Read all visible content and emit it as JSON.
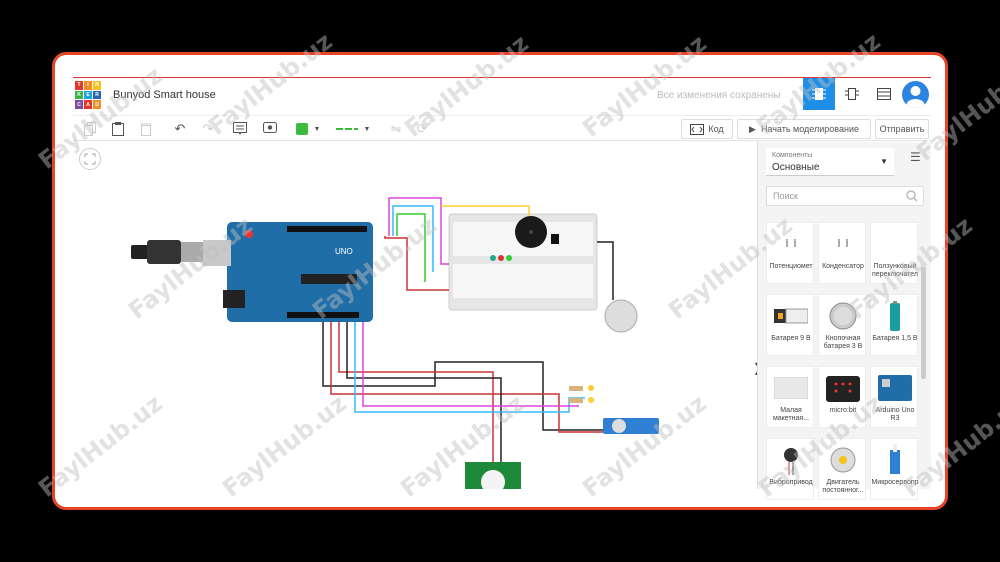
{
  "app": {
    "logo_letters": [
      "T",
      "I",
      "N",
      "K",
      "E",
      "R",
      "C",
      "A",
      "D"
    ],
    "project_title": "Bunyod Smart house",
    "save_status": "Все изменения сохранены"
  },
  "toolbar": {
    "code_label": "Код",
    "simulate_label": "Начать моделирование",
    "send_label": "Отправить",
    "wire_color": "#3dbb3d"
  },
  "panel": {
    "components_caption": "Компоненты",
    "components_value": "Основные",
    "search_placeholder": "Поиск",
    "items": [
      {
        "label": "Потенциомет",
        "icon": "potentiometer-icon"
      },
      {
        "label": "Конденсатор",
        "icon": "capacitor-icon"
      },
      {
        "label": "Ползунковый переключател",
        "icon": "slide-switch-icon"
      },
      {
        "label": "Батарея 9 В",
        "icon": "battery-9v-icon"
      },
      {
        "label": "Кнопочная батарея 3 В",
        "icon": "coin-battery-icon"
      },
      {
        "label": "Батарея 1,5 В",
        "icon": "battery-aa-icon"
      },
      {
        "label": "Малая макетная...",
        "icon": "breadboard-icon"
      },
      {
        "label": "micro:bit",
        "icon": "microbit-icon"
      },
      {
        "label": "Arduino Uno R3",
        "icon": "arduino-icon"
      },
      {
        "label": "Вибропривод",
        "icon": "vibration-motor-icon"
      },
      {
        "label": "Двигатель постоянног...",
        "icon": "dc-motor-icon"
      },
      {
        "label": "Микросервопр",
        "icon": "micro-servo-icon"
      },
      {
        "label": "",
        "icon": "diode-icon"
      },
      {
        "label": "",
        "icon": "magnet-icon"
      },
      {
        "label": "",
        "icon": "part-icon"
      }
    ]
  },
  "watermark": "FaylHub.uz"
}
